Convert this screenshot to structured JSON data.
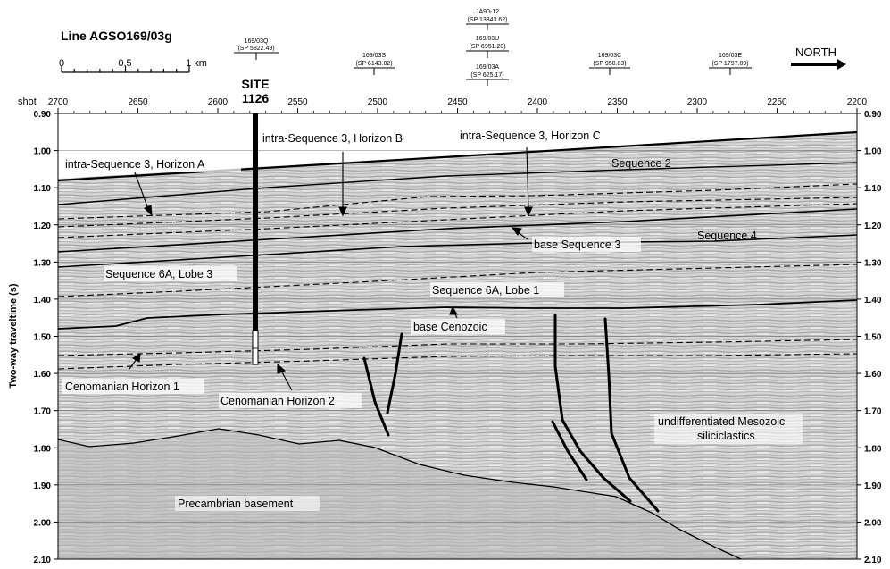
{
  "title": "Line AGSO169/03g",
  "scale_bar": {
    "labels": [
      "0",
      "0.5",
      "1 km"
    ]
  },
  "north_label": "NORTH",
  "shot_axis": {
    "label": "shot",
    "ticks": [
      "2700",
      "2650",
      "2600",
      "2550",
      "2500",
      "2450",
      "2400",
      "2350",
      "2300",
      "2250",
      "2200"
    ]
  },
  "y_axis": {
    "label": "Two-way traveltime (s)",
    "ticks": [
      "0.90",
      "1.00",
      "1.10",
      "1.20",
      "1.30",
      "1.40",
      "1.50",
      "1.60",
      "1.70",
      "1.80",
      "1.90",
      "2.00",
      "2.10"
    ]
  },
  "site": {
    "line1": "SITE",
    "line2": "1126"
  },
  "crossing_lines": [
    {
      "name": "169/03Q",
      "sp": "(SP 5822.49)"
    },
    {
      "name": "169/03S",
      "sp": "(SP 6143.02)"
    },
    {
      "name": "JA90-12",
      "sp": "(SP 13843.62)"
    },
    {
      "name": "169/03U",
      "sp": "(SP 6951.20)"
    },
    {
      "name": "169/03A",
      "sp": "(SP 625.17)"
    },
    {
      "name": "169/03C",
      "sp": "(SP 958.83)"
    },
    {
      "name": "169/03E",
      "sp": "(SP 1797.09)"
    }
  ],
  "annotations": {
    "horizon_a": "intra-Sequence 3, Horizon A",
    "horizon_b": "intra-Sequence 3, Horizon B",
    "horizon_c": "intra-Sequence 3, Horizon C",
    "sequence_2": "Sequence 2",
    "base_sequence_3": "base Sequence 3",
    "sequence_4": "Sequence 4",
    "sequence_6a_lobe3": "Sequence 6A, Lobe 3",
    "sequence_6a_lobe1": "Sequence 6A, Lobe 1",
    "base_cenozoic": "base Cenozoic",
    "cenomanian_1": "Cenomanian Horizon 1",
    "cenomanian_2": "Cenomanian Horizon 2",
    "mesozoic_1": "undifferentiated Mesozoic",
    "mesozoic_2": "siliciclastics",
    "precambrian": "Precambrian basement"
  },
  "colors": {
    "section_gray": "#c4c4c4",
    "line": "#000000",
    "background": "#ffffff"
  }
}
